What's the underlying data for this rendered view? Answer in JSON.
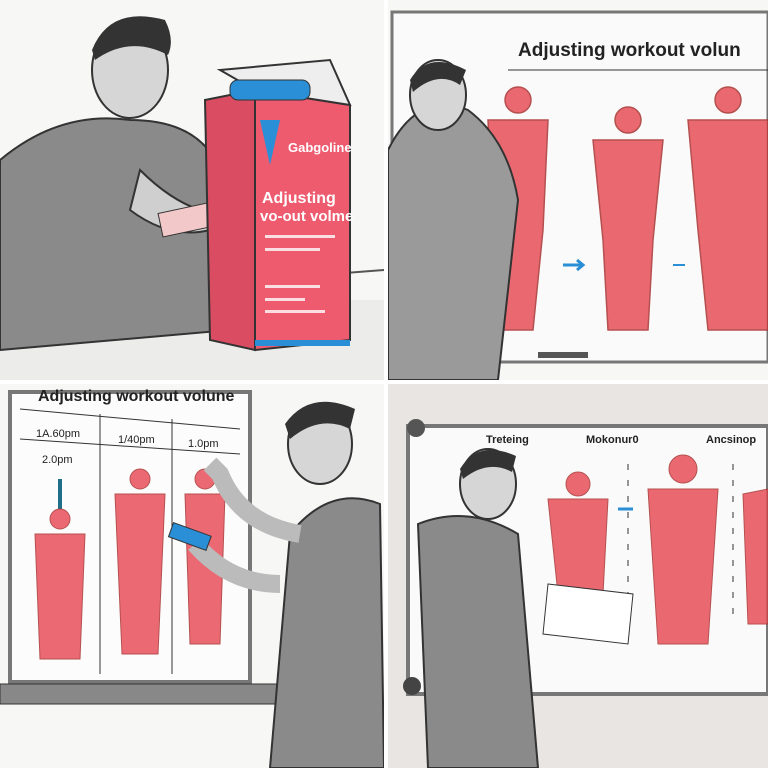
{
  "panels": [
    {
      "box": {
        "brand": "Gabgoline",
        "title_line1": "Adjusting",
        "title_line2": "vo-out volme"
      }
    },
    {
      "board_title": "Adjusting workout volun"
    },
    {
      "board_title": "Adjusting workout volune",
      "columns": [
        "1A.60pm",
        "1/40pm",
        "1.0pm"
      ],
      "sub_label": "2.0pm"
    },
    {
      "column_labels": [
        "Treteing",
        "Mokonur0",
        "Ancsinop"
      ]
    }
  ],
  "colors": {
    "muscle_red": "#e8505a",
    "box_pink": "#ee5a6e",
    "accent_blue": "#2a8fd6",
    "skin_gray": "#bdbdbd"
  }
}
